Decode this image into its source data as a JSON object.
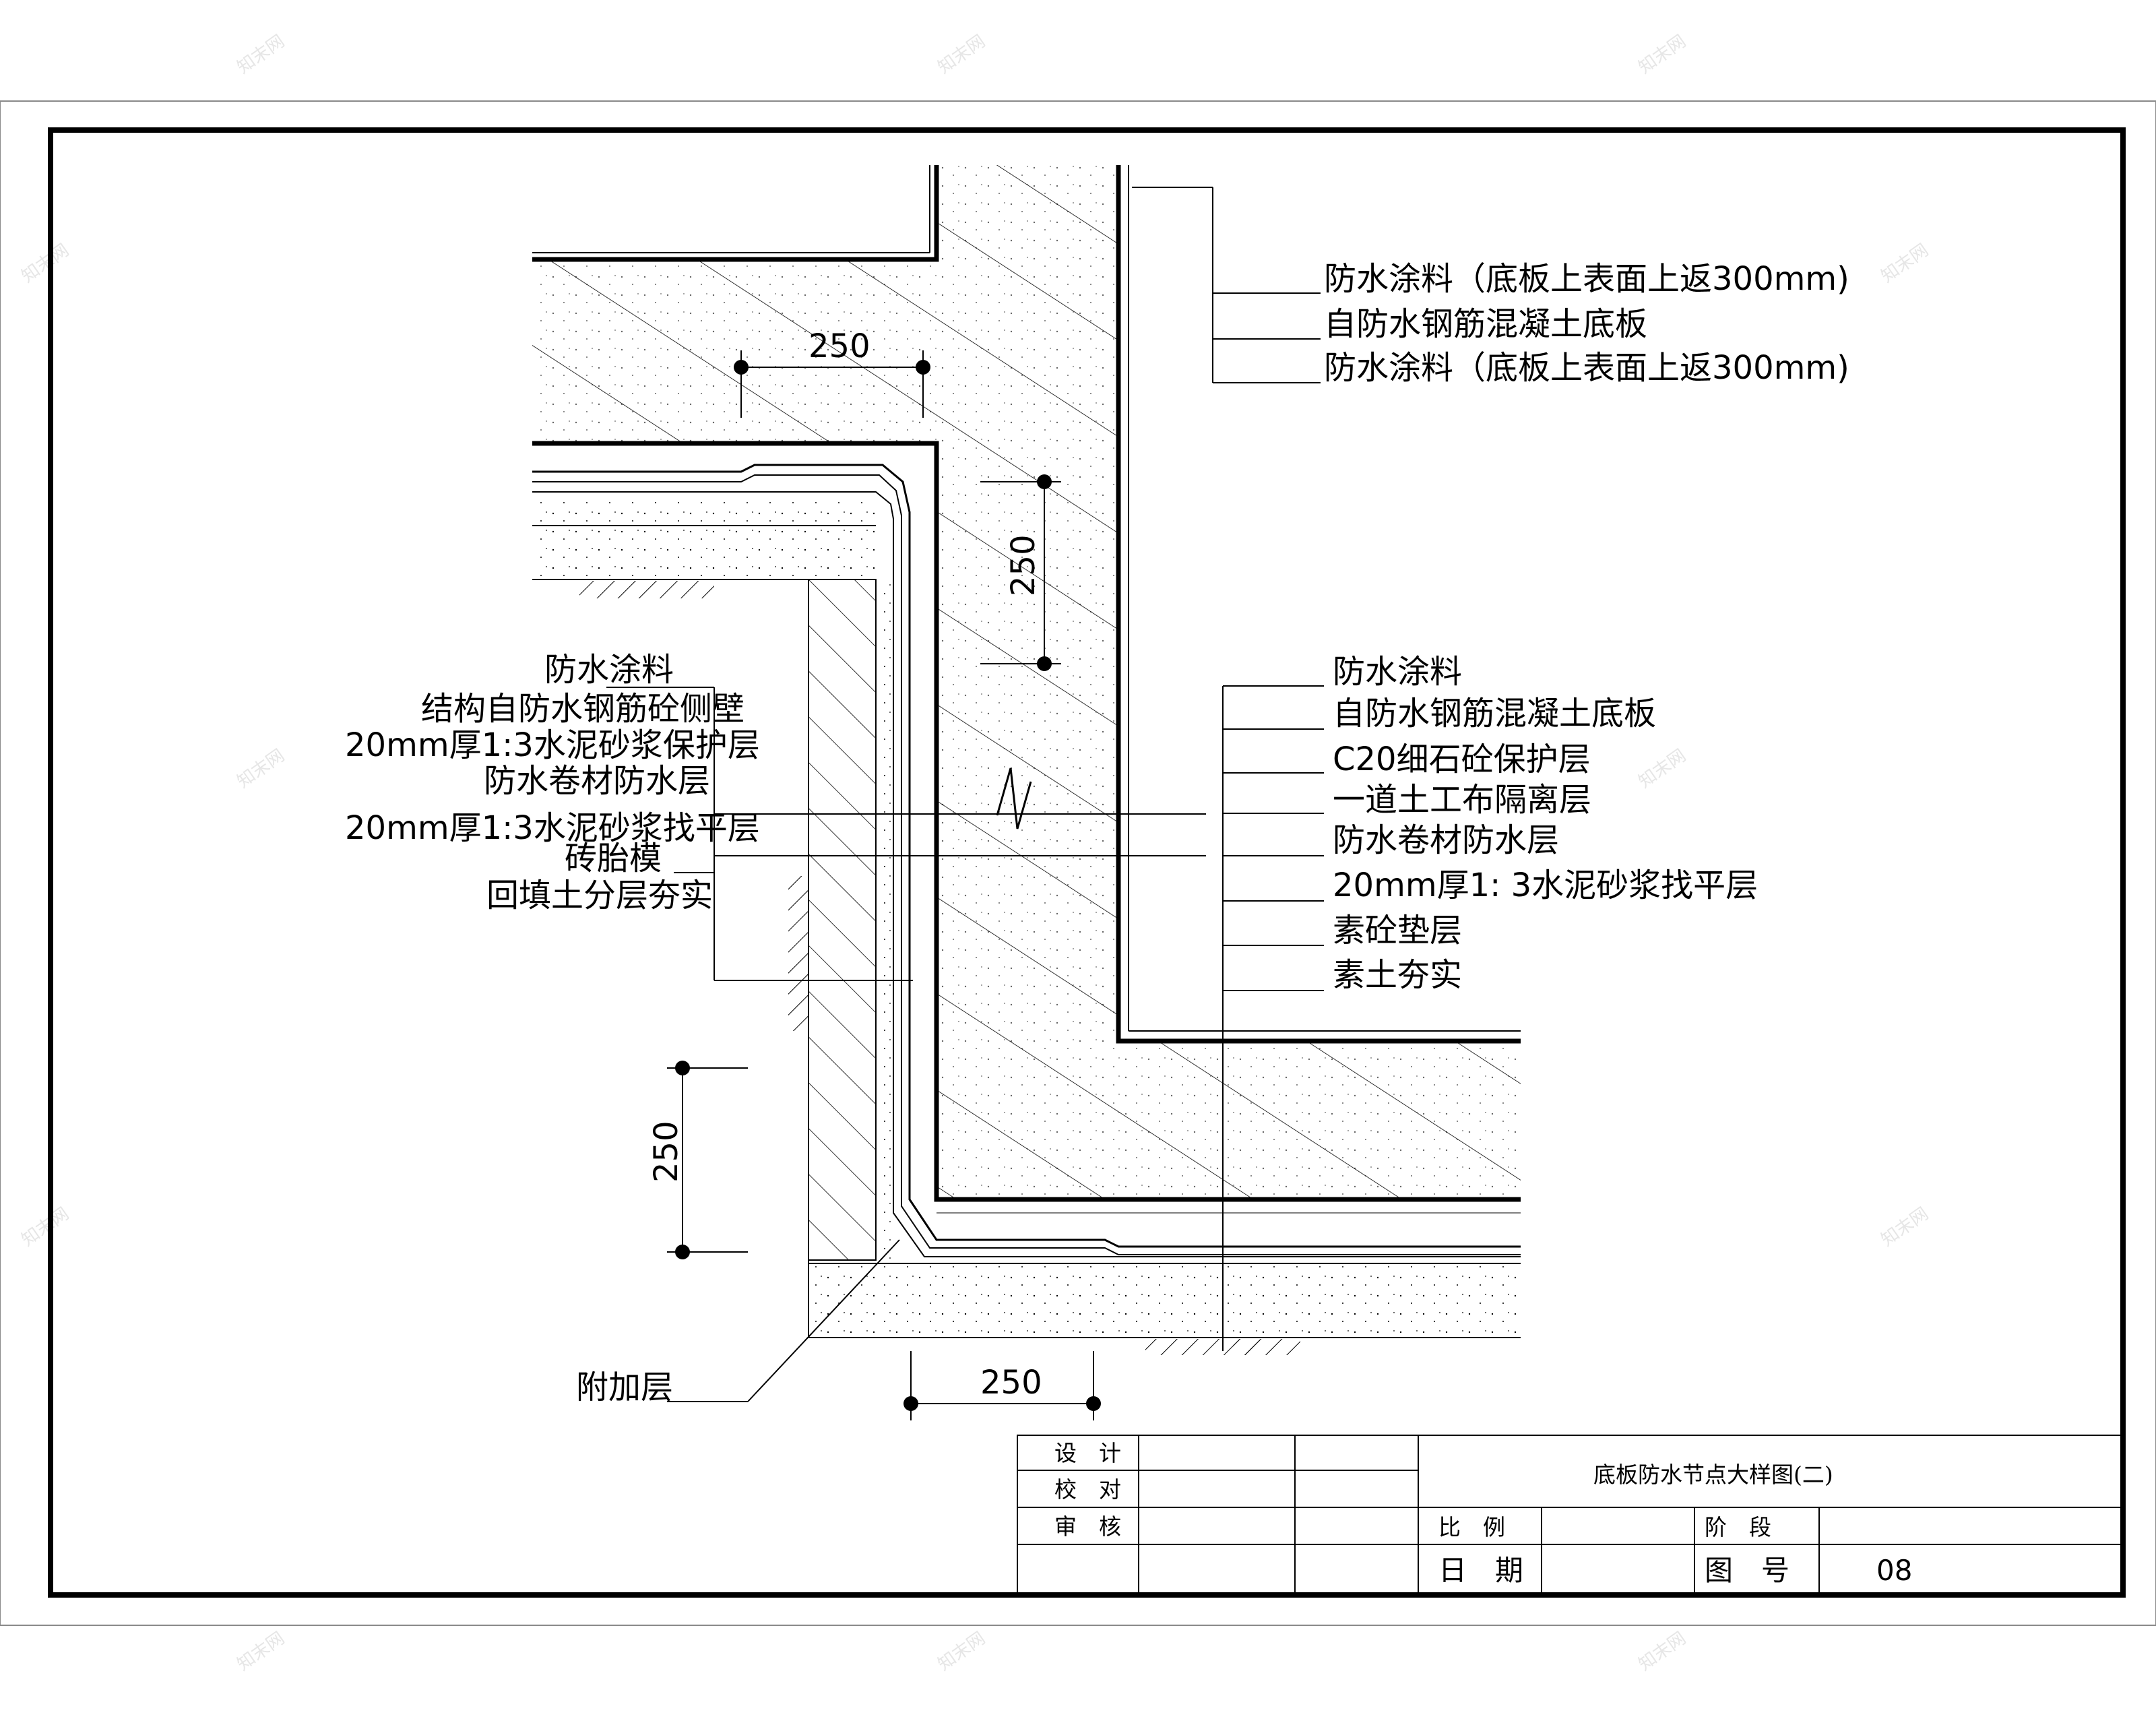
{
  "watermark": "知末网",
  "dimensions": {
    "d1": "250",
    "d2": "250",
    "d3": "250",
    "d4": "250"
  },
  "labels_top_right": [
    "防水涂料（底板上表面上返300mm)",
    "自防水钢筋混凝土底板",
    "防水涂料（底板上表面上返300mm)"
  ],
  "labels_left": [
    "防水涂料",
    "结构自防水钢筋砼侧壁",
    "20mm厚1:3水泥砂浆保护层",
    "防水卷材防水层",
    "20mm厚1:3水泥砂浆找平层",
    "砖胎模",
    "回填土分层夯实"
  ],
  "labels_right": [
    "防水涂料",
    "自防水钢筋混凝土底板",
    "C20细石砼保护层",
    "一道土工布隔离层",
    "防水卷材防水层",
    "20mm厚1: 3水泥砂浆找平层",
    "素砼垫层",
    "素土夯实"
  ],
  "label_extra": "附加层",
  "title_block": {
    "design": "设　计",
    "check": "校　对",
    "review": "审　核",
    "drawing_title": "底板防水节点大样图(二)",
    "scale_label": "比　例",
    "stage_label": "阶　段",
    "date_label": "日　期",
    "drawing_no_label": "图　号",
    "drawing_no": "08"
  }
}
